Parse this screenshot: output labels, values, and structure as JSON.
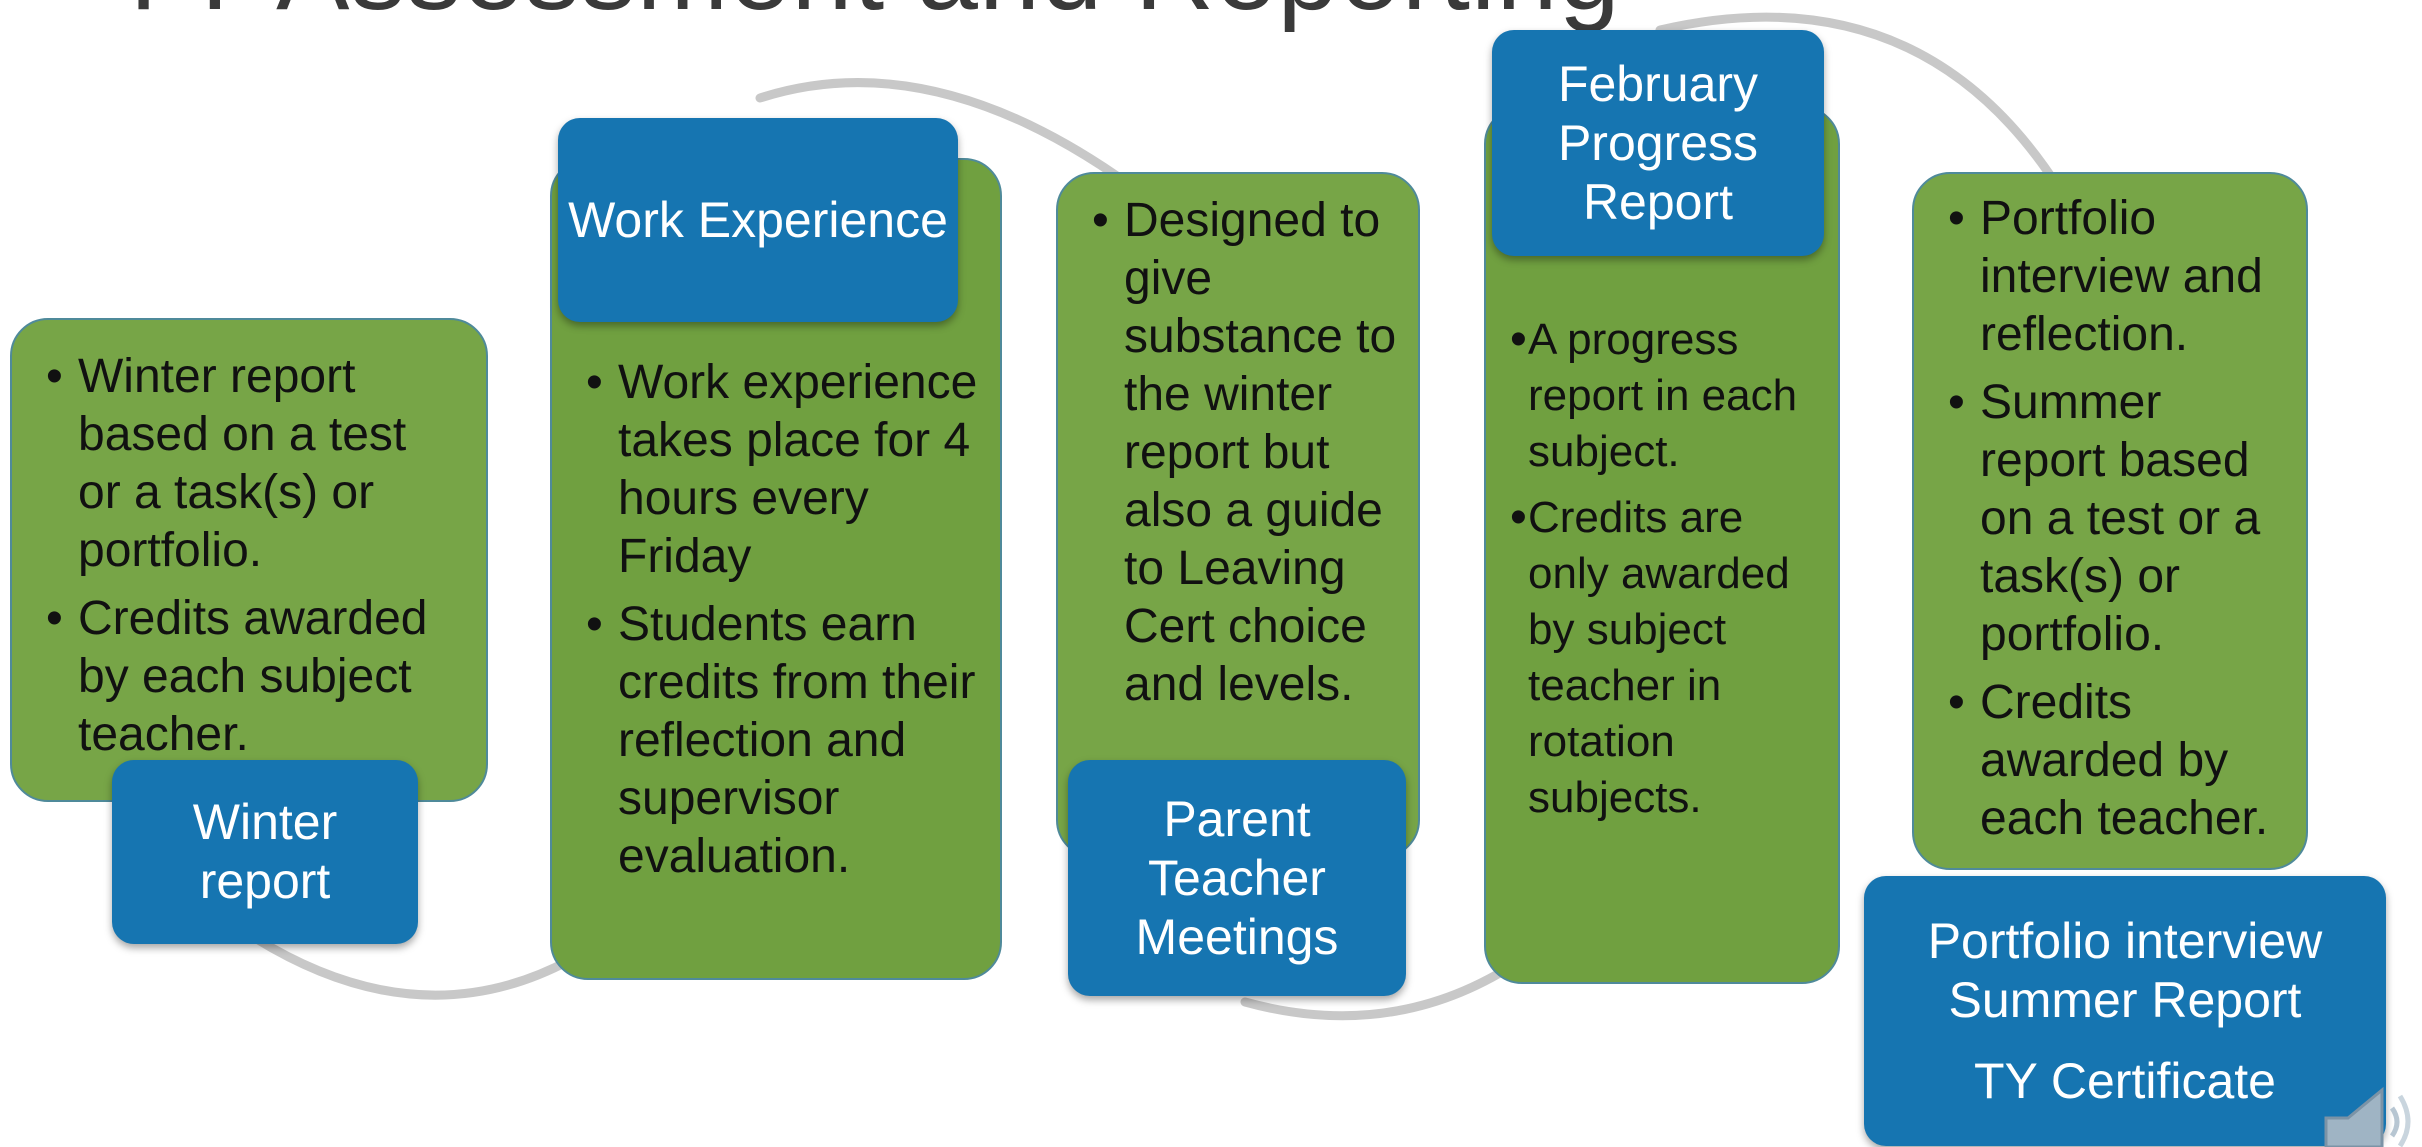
{
  "title": "TY Assessment and Reporting",
  "colors": {
    "card_green": "#77a547",
    "label_blue": "#1675b1",
    "arc_gray": "#c8c8c8"
  },
  "stages": [
    {
      "label_lines": [
        "Winter",
        "report"
      ],
      "bullets": [
        "Winter report based on a test or a task(s) or portfolio.",
        "Credits awarded by each subject teacher."
      ]
    },
    {
      "label_lines": [
        "Work Experience"
      ],
      "bullets": [
        "Work experience takes place for 4 hours every Friday",
        "Students earn credits from their reflection and supervisor evaluation."
      ]
    },
    {
      "label_lines": [
        "Parent",
        "Teacher",
        "Meetings"
      ],
      "bullets": [
        "Designed to give substance to the winter report but also a guide to Leaving Cert choice and levels."
      ]
    },
    {
      "label_lines": [
        "February",
        "Progress",
        "Report"
      ],
      "bullets": [
        "A progress report in each subject.",
        "Credits are only awarded by subject teacher in rotation subjects."
      ]
    },
    {
      "label_lines": [
        "Portfolio interview",
        "Summer Report",
        "TY Certificate"
      ],
      "bullets": [
        "Portfolio interview and reflection.",
        "Summer report based on  a test or a task(s) or portfolio.",
        "Credits awarded by each teacher."
      ]
    }
  ],
  "icons": {
    "speaker": "speaker-icon"
  }
}
